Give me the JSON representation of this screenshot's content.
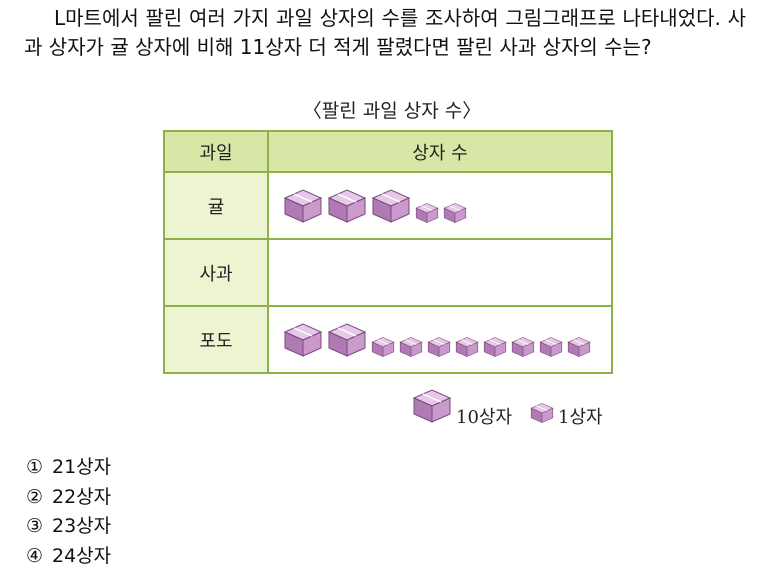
{
  "question": {
    "text": "L마트에서 팔린 여러 가지 과일 상자의 수를 조사하여 그림그래프로 나타내었다. 사과 상자가 귤 상자에 비해 11상자 더 적게 팔렸다면 팔린 사과 상자의 수는?"
  },
  "chart_title": "〈팔린 과일 상자 수〉",
  "chart_data": {
    "type": "table",
    "title": "〈팔린 과일 상자 수〉",
    "headers": [
      "과일",
      "상자 수"
    ],
    "rows": [
      {
        "fruit": "귤",
        "tens": 3,
        "ones": 2
      },
      {
        "fruit": "사과",
        "tens": 0,
        "ones": 0
      },
      {
        "fruit": "포도",
        "tens": 2,
        "ones": 8
      }
    ],
    "legend": [
      {
        "icon": "large-box-icon",
        "label": "10상자",
        "value": 10
      },
      {
        "icon": "small-box-icon",
        "label": "1상자",
        "value": 1
      }
    ]
  },
  "colors": {
    "box_top": "#e8c8e8",
    "box_left": "#b07ab4",
    "box_right": "#c99acb",
    "table_border": "#8db04a",
    "header_bg": "#d9e7a6",
    "label_bg": "#eef4d2"
  },
  "choices": [
    {
      "num": "①",
      "text": "21상자"
    },
    {
      "num": "②",
      "text": "22상자"
    },
    {
      "num": "③",
      "text": "23상자"
    },
    {
      "num": "④",
      "text": "24상자"
    }
  ]
}
